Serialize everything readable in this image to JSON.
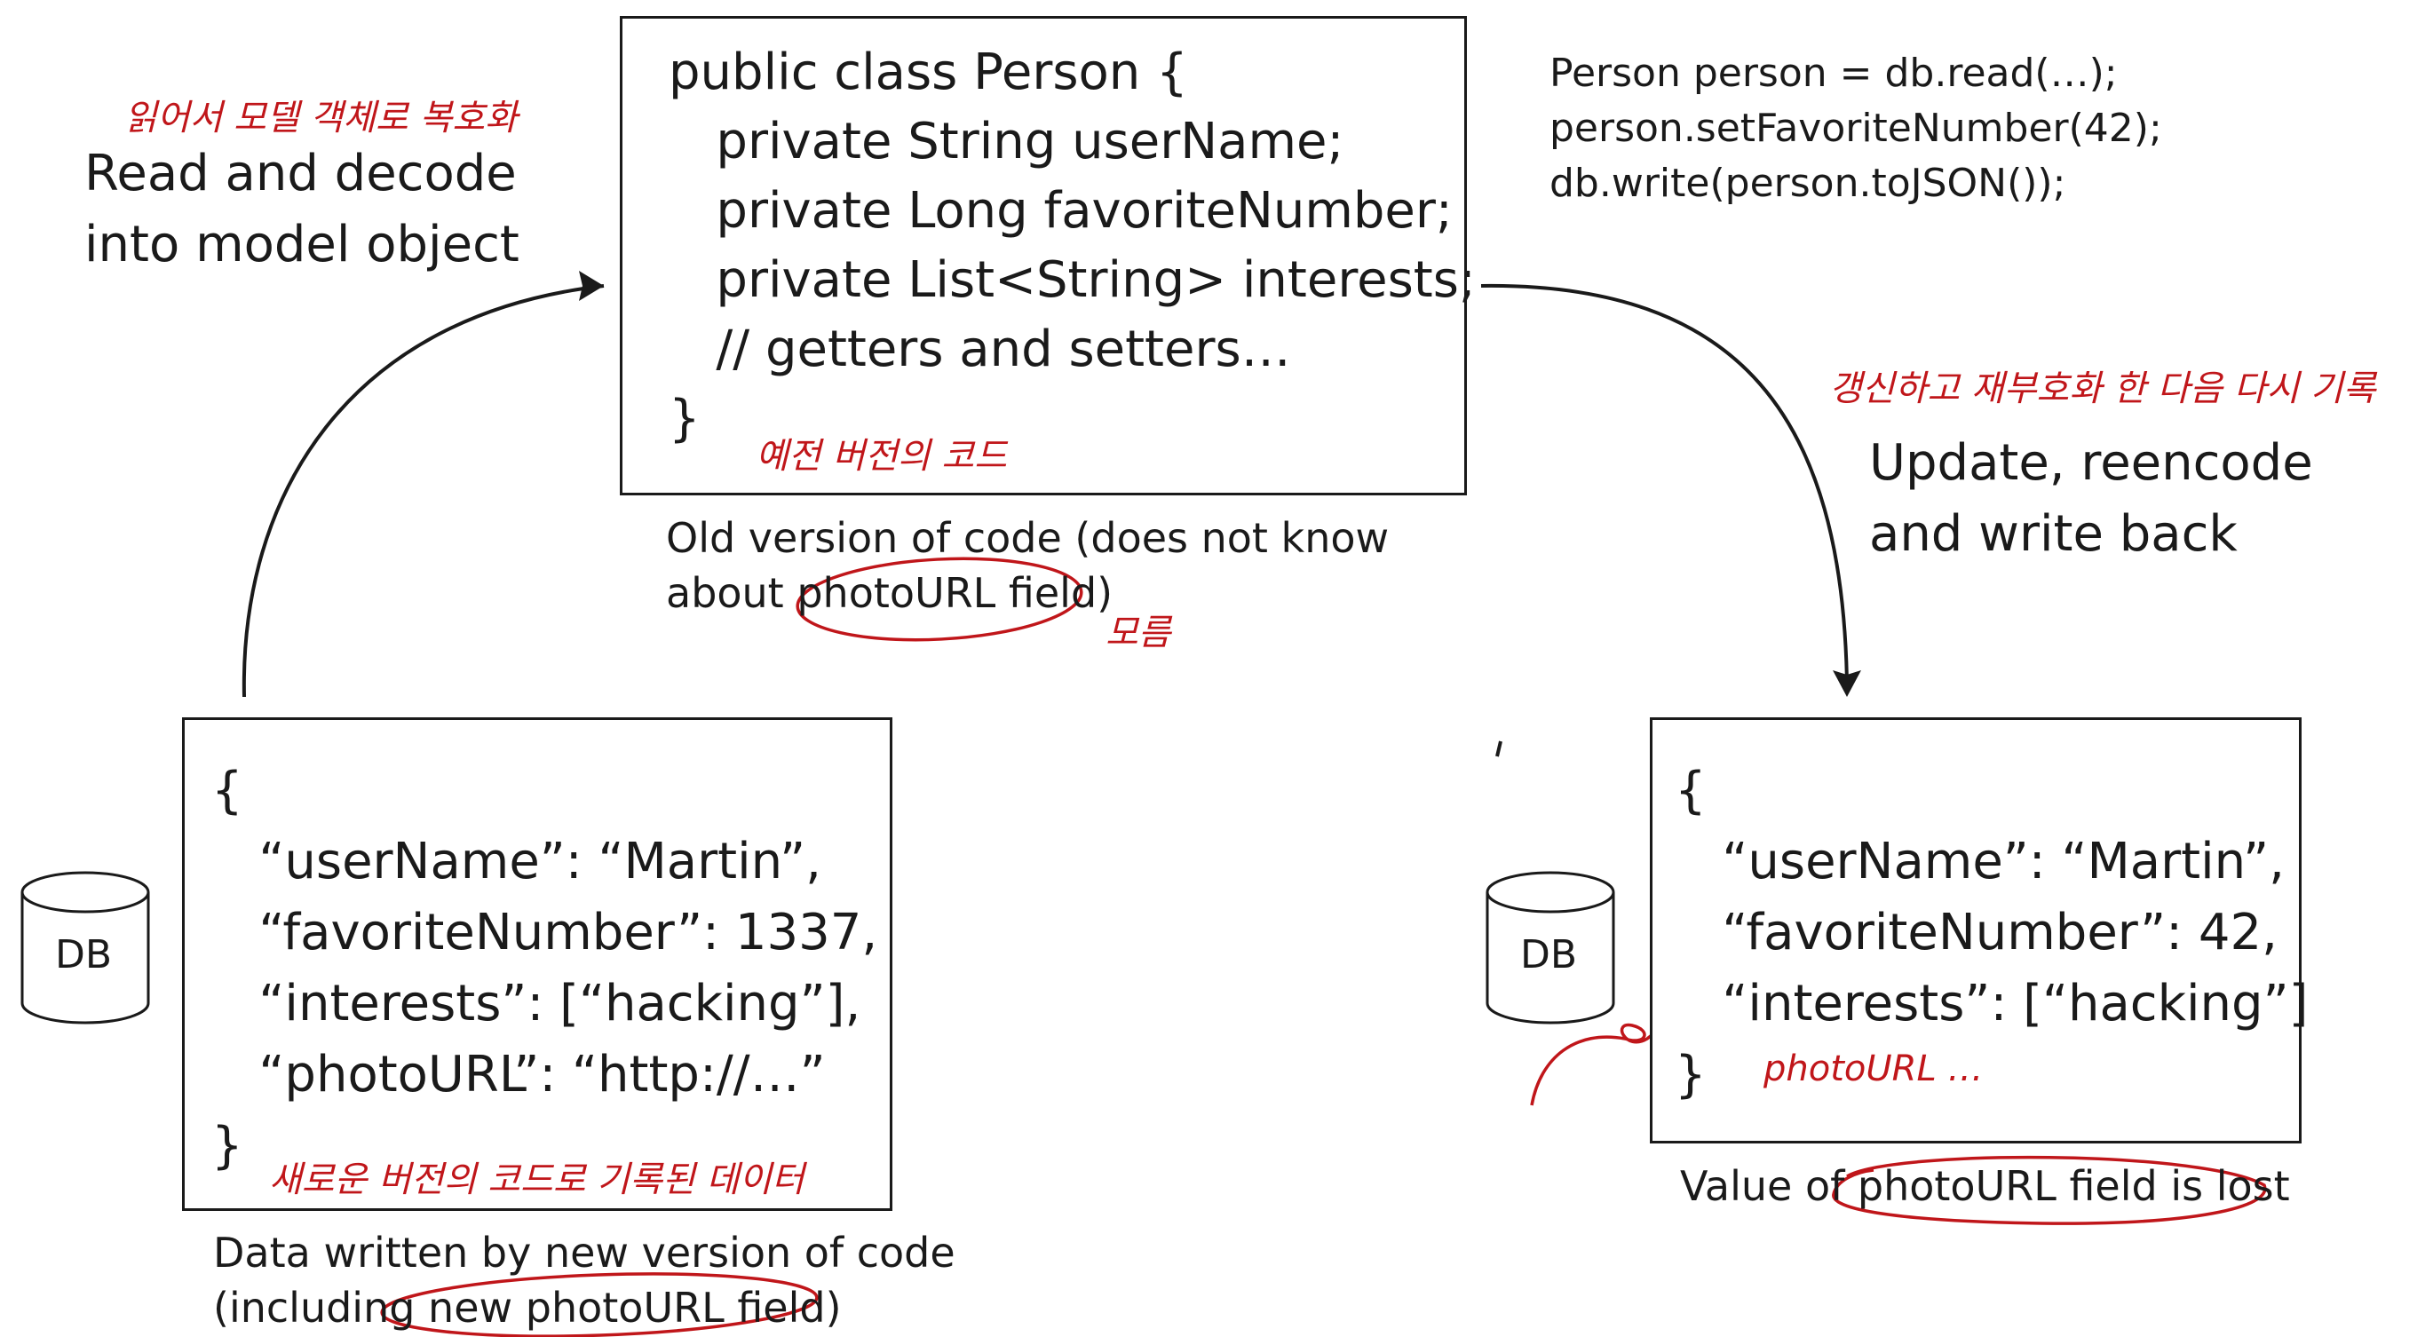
{
  "read_label": [
    "Read and decode",
    "into model object"
  ],
  "read_note": "읽어서 모델 객체로 복호화",
  "class_box": {
    "lines": [
      "public class Person {",
      "   private String userName;",
      "   private Long favoriteNumber;",
      "   private List<String> interests;",
      "   // getters and setters…",
      "}"
    ],
    "note": "예전 버전의 코드"
  },
  "class_caption": [
    "Old version of code (does not know",
    "about photoURL field)"
  ],
  "class_caption_note": "모름",
  "code_snippet": [
    "Person person = db.read(…);",
    "person.setFavoriteNumber(42);",
    "db.write(person.toJSON());"
  ],
  "update_note": "갱신하고 재부호화 한 다음 다시 기록",
  "update_label": [
    "Update, reencode",
    "and write back"
  ],
  "left_db": {
    "label": "DB"
  },
  "left_json": {
    "lines": [
      "{",
      "   “userName”: “Martin”,",
      "   “favoriteNumber”: 1337,",
      "   “interests”: [“hacking”],",
      "   “photoURL”: “http://…”",
      "}"
    ],
    "note": "새로운 버전의 코드로 기록된 데이터"
  },
  "left_caption": [
    "Data written by new version of code",
    "(including new photoURL field)"
  ],
  "right_db": {
    "label": "DB"
  },
  "right_json": {
    "lines": [
      "{",
      "   “userName”: “Martin”,",
      "   “favoriteNumber”: 42,",
      "   “interests”: [“hacking”]",
      "}"
    ],
    "note": "photoURL …"
  },
  "right_caption": "Value of photoURL field is lost",
  "colors": {
    "ink": "#1a1a1a",
    "annotation": "#c0161a"
  }
}
